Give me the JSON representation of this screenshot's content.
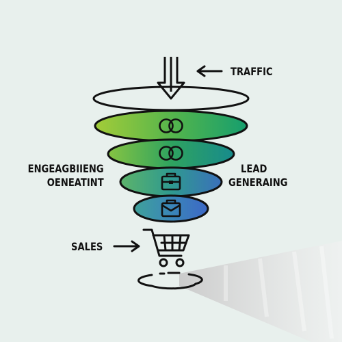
{
  "labels": {
    "traffic": "TRAFFIC",
    "engagement_line1": "ENGEAGBIIENG",
    "engagement_line2": "OENEATINT",
    "lead_line1": "LEAD",
    "lead_line2": "GENERAING",
    "sales": "SALES"
  },
  "funnel_layers": [
    {
      "icon": "rings-icon",
      "color_left": "#9cc83a",
      "color_right": "#1f9e6a"
    },
    {
      "icon": "rings-icon",
      "color_left": "#7cc04a",
      "color_right": "#1a8f8a"
    },
    {
      "icon": "briefcase-icon",
      "color_left": "#4fb07a",
      "color_right": "#3a72b8"
    },
    {
      "icon": "briefcase-icon",
      "color_left": "#3f9aa8",
      "color_right": "#3a6fc2"
    }
  ],
  "colors": {
    "background": "#e8f0ed",
    "stroke": "#111111"
  }
}
